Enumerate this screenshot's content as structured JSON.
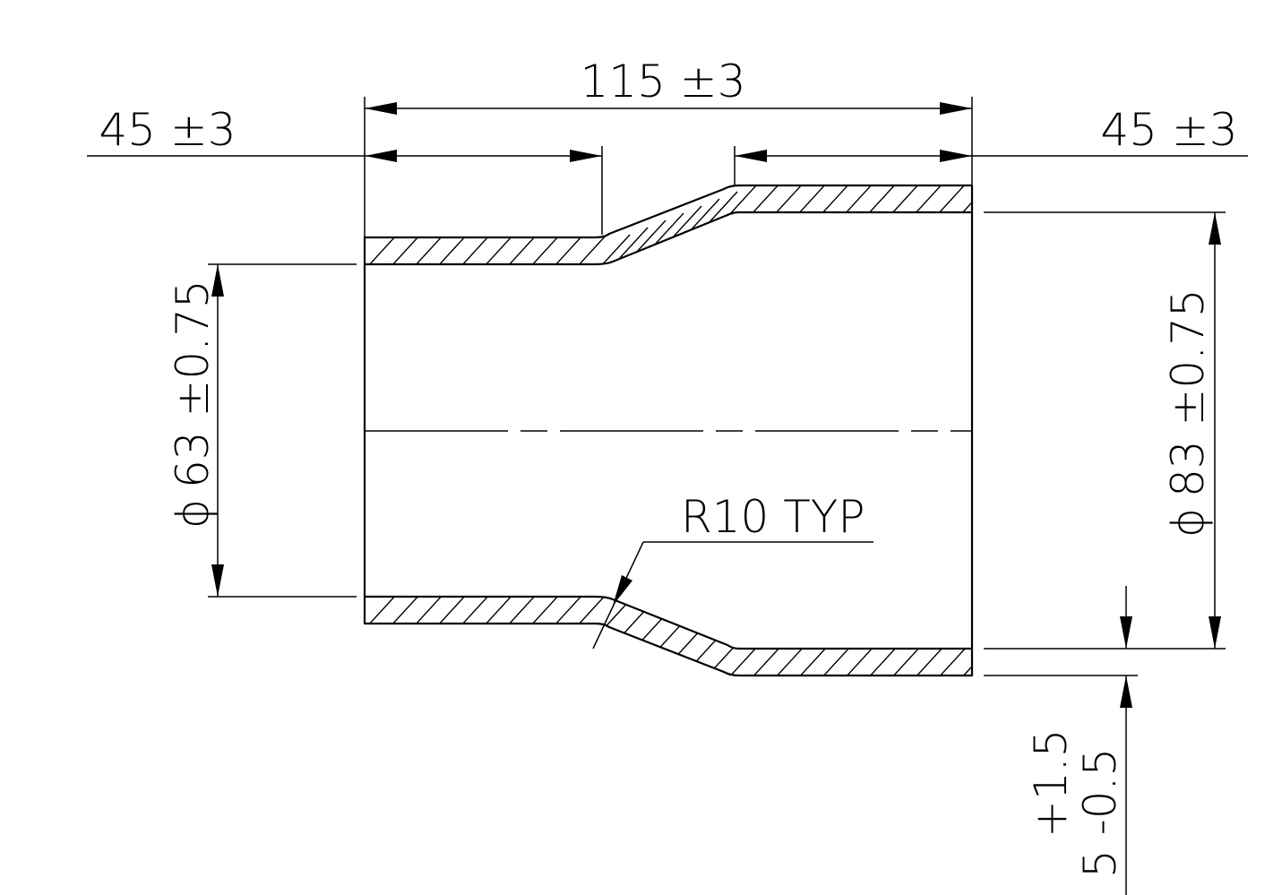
{
  "dimensions": {
    "overall_length": "115 ±3",
    "left_length": "45 ±3",
    "right_length": "45 ±3",
    "small_diameter_symbol": "ϕ",
    "small_diameter": "63 ±0.75",
    "large_diameter_symbol": "ϕ",
    "large_diameter": "83 ±0.75",
    "radius_note": "R10 TYP",
    "wall_thickness_upper_tol": "+1.5",
    "wall_thickness": "5 -0.5"
  }
}
